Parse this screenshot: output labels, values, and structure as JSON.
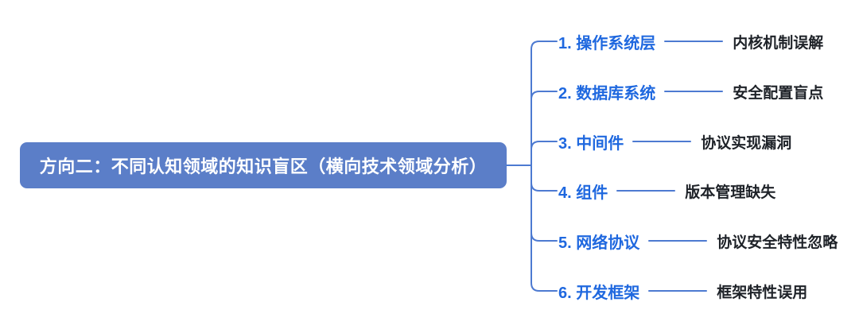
{
  "root": {
    "label": "方向二：不同认知领域的知识盲区（横向技术领域分析）"
  },
  "branches": [
    {
      "label": "1. 操作系统层",
      "child": "内核机制误解"
    },
    {
      "label": "2. 数据库系统",
      "child": "安全配置盲点"
    },
    {
      "label": "3. 中间件",
      "child": "协议实现漏洞"
    },
    {
      "label": "4. 组件",
      "child": "版本管理缺失"
    },
    {
      "label": "5. 网络协议",
      "child": "协议安全特性忽略"
    },
    {
      "label": "6. 开发框架",
      "child": "框架特性误用"
    }
  ],
  "colors": {
    "root_node_bg": "#5b7ec8",
    "root_node_text": "#ffffff",
    "branch_label": "#1f68df",
    "child_text": "#1e2228",
    "connector_line": "#4d7ad1"
  }
}
